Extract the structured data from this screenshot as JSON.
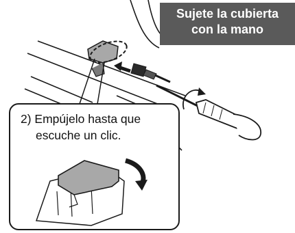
{
  "callout": {
    "line1": "Sujete la cubierta",
    "line2": "con la mano",
    "background": "#5a5a5a",
    "text_color": "#ffffff"
  },
  "step": {
    "line1": "2) Empújelo hasta que",
    "line2": "escuche un clic."
  },
  "colors": {
    "outline": "#1a1a1a",
    "cover_gray": "#a8a8a8",
    "cover_dark": "#7a7a7a"
  }
}
